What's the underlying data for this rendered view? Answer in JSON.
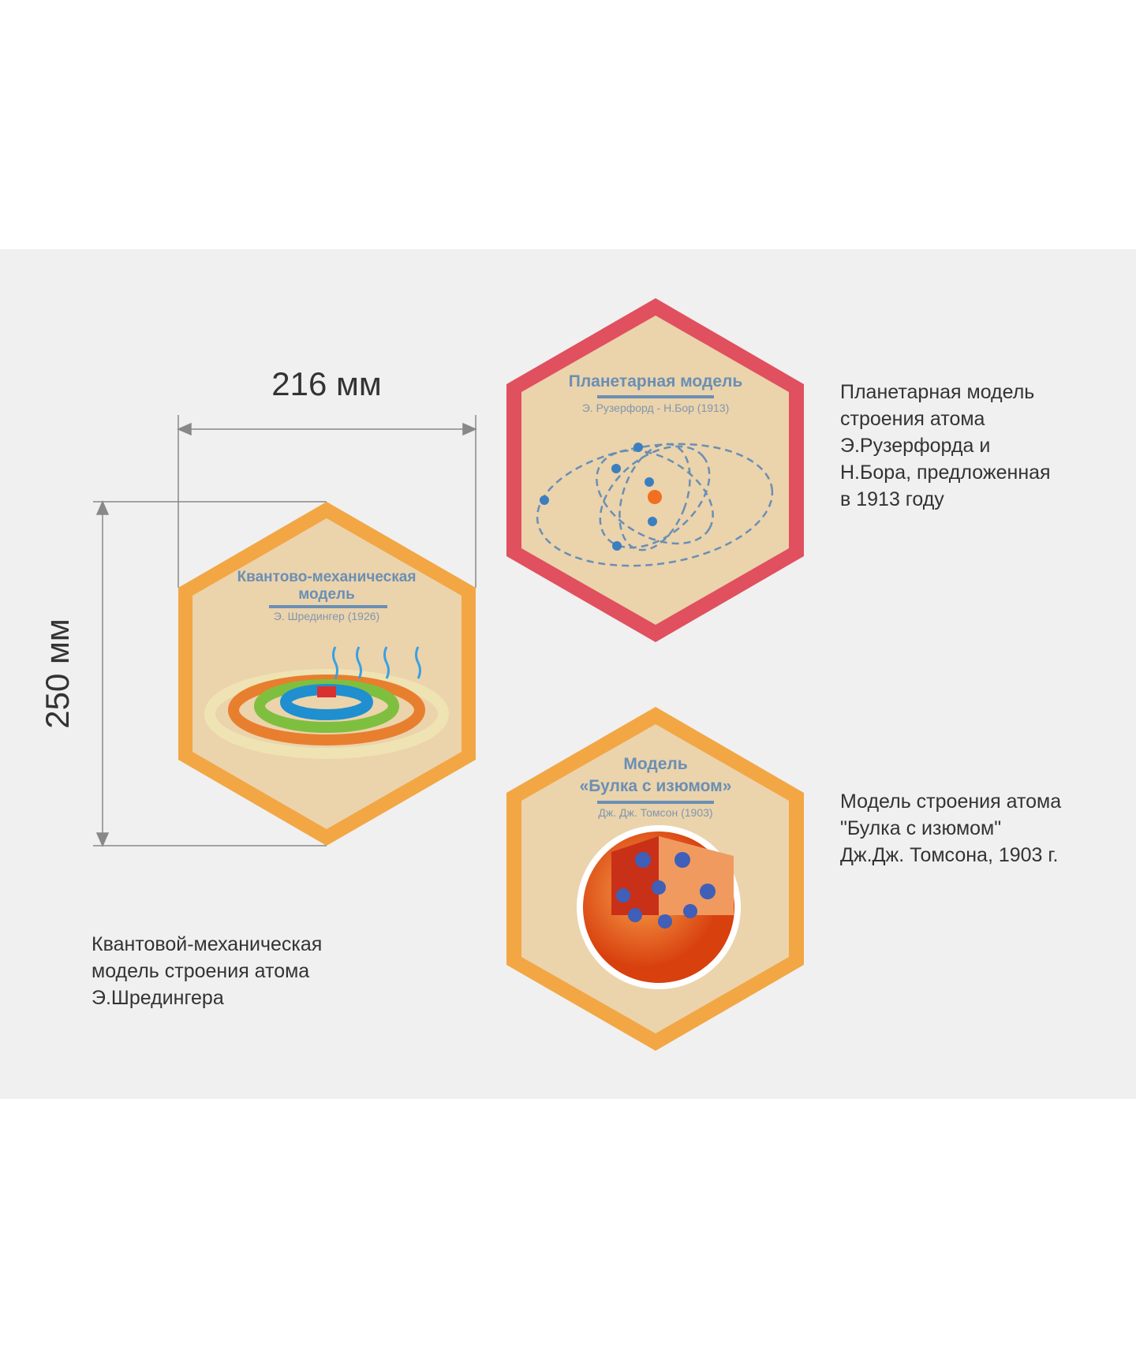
{
  "dimensions": {
    "width_label": "216 мм",
    "height_label": "250 мм"
  },
  "colors": {
    "red": "#e0505f",
    "orange": "#f2a744",
    "wood": "#ebd3ac",
    "title_blue": "#6a8fb4"
  },
  "hexes": [
    {
      "title": "Квантово-механическая\nмодель",
      "subtitle": "Э. Шредингер (1926)",
      "description": "Квантовой-механическая\nмодель строения атома\nЭ.Шредингера"
    },
    {
      "title": "Планетарная модель",
      "subtitle": "Э. Рузерфорд - Н.Бор (1913)",
      "description": "Планетарная модель\nстроения атома\nЭ.Рузерфорда и\nН.Бора, предложенная\nв 1913 году"
    },
    {
      "title": "Модель\n«Булка с изюмом»",
      "subtitle": "Дж. Дж. Томсон (1903)",
      "description": "Модель строения атома\n\"Булка с изюмом\"\nДж.Дж. Томсона, 1903 г."
    }
  ]
}
